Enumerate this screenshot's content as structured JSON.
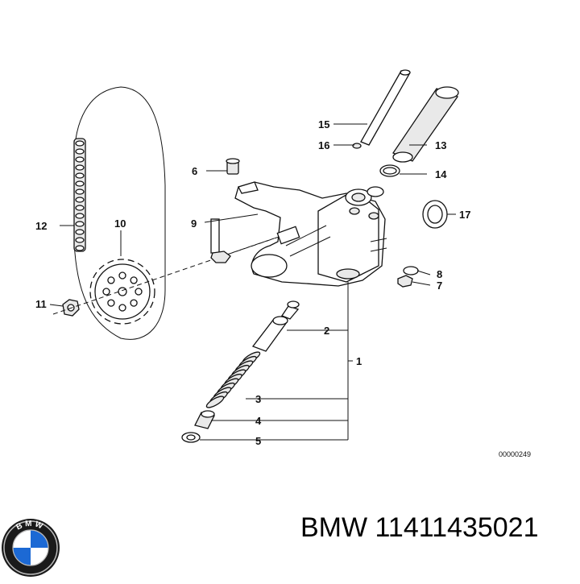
{
  "diagram": {
    "callouts": [
      {
        "id": "1",
        "label": "1"
      },
      {
        "id": "2",
        "label": "2"
      },
      {
        "id": "3",
        "label": "3"
      },
      {
        "id": "4",
        "label": "4"
      },
      {
        "id": "5",
        "label": "5"
      },
      {
        "id": "6",
        "label": "6"
      },
      {
        "id": "7",
        "label": "7"
      },
      {
        "id": "8",
        "label": "8"
      },
      {
        "id": "9",
        "label": "9"
      },
      {
        "id": "10",
        "label": "10"
      },
      {
        "id": "11",
        "label": "11"
      },
      {
        "id": "12",
        "label": "12"
      },
      {
        "id": "13",
        "label": "13"
      },
      {
        "id": "14",
        "label": "14"
      },
      {
        "id": "15",
        "label": "15"
      },
      {
        "id": "16",
        "label": "16"
      },
      {
        "id": "17",
        "label": "17"
      }
    ],
    "ref_number": "00000249"
  },
  "footer": {
    "logo_letters": "BMW",
    "part_label": "BMW 11411435021"
  },
  "colors": {
    "line": "#111111",
    "logo_blue": "#1c69d4"
  },
  "icons": {
    "logo": "bmw-roundel-icon"
  }
}
